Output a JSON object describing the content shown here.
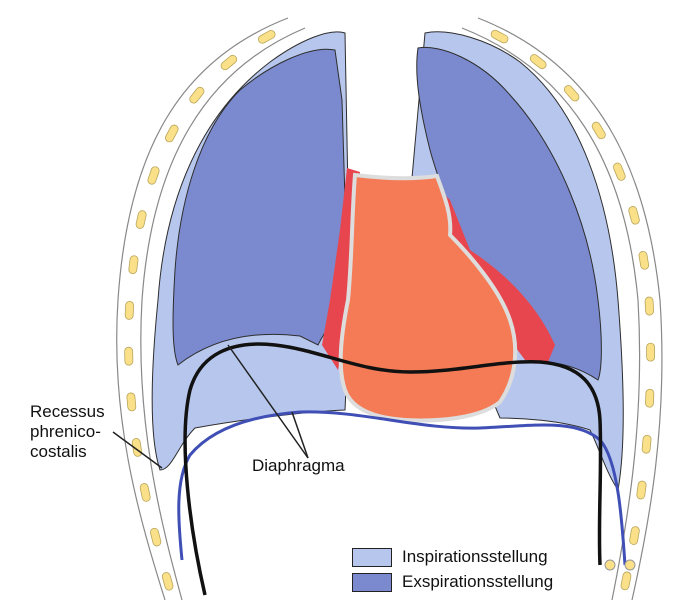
{
  "labels": {
    "recessus": [
      "Recessus",
      "phrenico-",
      "costalis"
    ],
    "diaphragma": "Diaphragma"
  },
  "legend": [
    {
      "label": "Inspirationsstellung",
      "color": "#b7c6ec"
    },
    {
      "label": "Exspirationsstellung",
      "color": "#7b8ace"
    }
  ],
  "colors": {
    "inspiration": "#b7c6ec",
    "expiration": "#7b8ace",
    "heart": "#f47b56",
    "heart_red": "#e8464e",
    "rib": "#fbe08a",
    "diaphragm_expiration": "#111111",
    "diaphragm_inspiration": "#3f4fb5"
  }
}
